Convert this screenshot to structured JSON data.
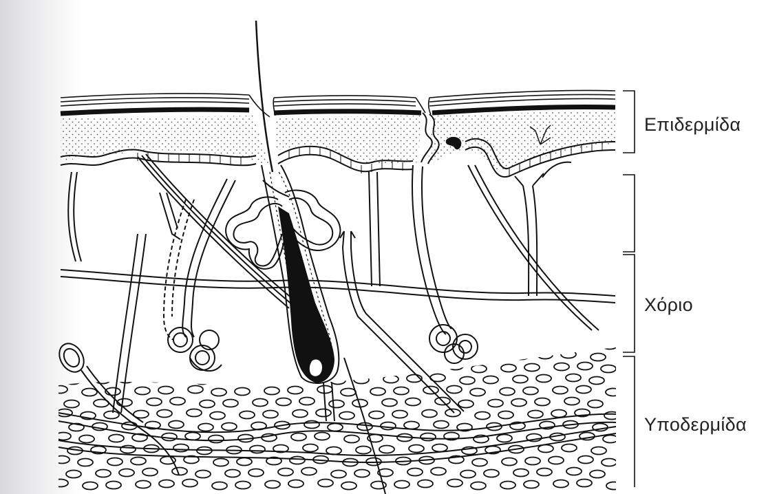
{
  "labels": {
    "epidermis": "Επιδερμίδα",
    "dermis": "Χόριο",
    "hypodermis": "Υποδερμίδα"
  },
  "colors": {
    "ink": "#111111",
    "paper": "#ffffff",
    "dots": "#555555"
  }
}
